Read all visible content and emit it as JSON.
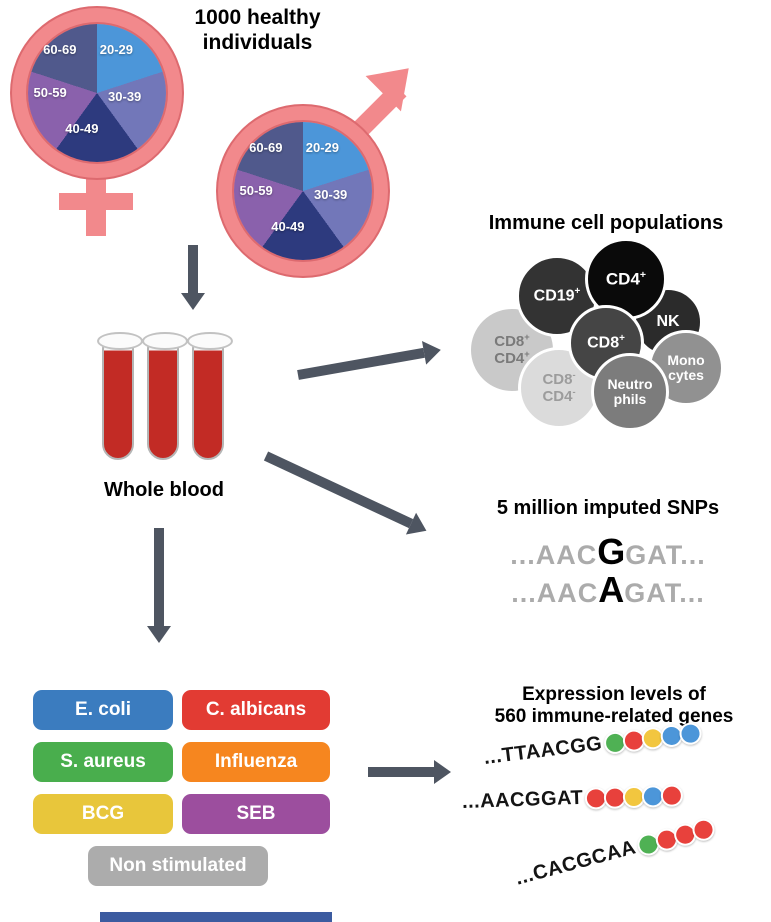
{
  "palette": {
    "pink": "#F2898C",
    "pink-dark": "#DD6A6F",
    "arrow": "#4E5561",
    "pie-20-29": "#4C96D9",
    "pie-30-39": "#7277B9",
    "pie-40-49": "#2D3A7E",
    "pie-50-59": "#8A61AC",
    "pie-60-69": "#50598C",
    "blood-red": "#C22B25",
    "cropped-bar": "#3C5BA0"
  },
  "header": {
    "title_line1": "1000 healthy",
    "title_line2": "individuals"
  },
  "pies": {
    "age_groups": [
      "20-29",
      "30-39",
      "40-49",
      "50-59",
      "60-69"
    ]
  },
  "blood": {
    "label": "Whole blood"
  },
  "immune": {
    "title": "Immune cell populations",
    "cells": [
      {
        "line1": "CD19",
        "sup1": "+",
        "bg": "#333333",
        "fg": "#FFFFFF"
      },
      {
        "line1": "CD4",
        "sup1": "+",
        "bg": "#0A0A0A",
        "fg": "#FFFFFF"
      },
      {
        "line1": "NK",
        "bg": "#2B2B2B",
        "fg": "#FFFFFF"
      },
      {
        "line1": "CD8",
        "sup1": "+",
        "bg": "#454545",
        "fg": "#FFFFFF"
      },
      {
        "line1": "CD8",
        "sup1": "+",
        "line2": "CD4",
        "sup2": "+",
        "bg": "#C9C9C9",
        "fg": "#7A7A7A"
      },
      {
        "line1": "CD8",
        "sup1": "-",
        "line2": "CD4",
        "sup2": "-",
        "bg": "#DBDBDB",
        "fg": "#9C9C9C"
      },
      {
        "line1": "Neutro",
        "line2": "phils",
        "bg": "#7C7C7C",
        "fg": "#FFFFFF"
      },
      {
        "line1": "Mono",
        "line2": "cytes",
        "bg": "#919191",
        "fg": "#FFFFFF"
      }
    ]
  },
  "snps": {
    "title": "5 million imputed SNPs",
    "rows": [
      {
        "pre": "...AAC",
        "variant": "G",
        "post": "GAT..."
      },
      {
        "pre": "...AAC",
        "variant": "A",
        "post": "GAT..."
      }
    ]
  },
  "stimuli": {
    "items": [
      {
        "label": "E. coli",
        "bg": "#3B7CBF"
      },
      {
        "label": "C. albicans",
        "bg": "#E23B33"
      },
      {
        "label": "S. aureus",
        "bg": "#49AE4D"
      },
      {
        "label": "Influenza",
        "bg": "#F6861F"
      },
      {
        "label": "BCG",
        "bg": "#E8C63B"
      },
      {
        "label": "SEB",
        "bg": "#9C4E9E"
      },
      {
        "label": "Non stimulated",
        "bg": "#ACACAC"
      }
    ]
  },
  "expression": {
    "title_line1": "Expression levels of",
    "title_line2": "560 immune-related genes",
    "rows": [
      {
        "seq": "...TTAACGG",
        "dots": [
          "#4FB154",
          "#E8413C",
          "#F2C63F",
          "#4C96D9",
          "#4C96D9"
        ]
      },
      {
        "seq": "...AACGGAT",
        "dots": [
          "#E8413C",
          "#E8413C",
          "#F2C63F",
          "#4C96D9",
          "#E8413C"
        ]
      },
      {
        "seq": "...CACGCAA",
        "dots": [
          "#4FB154",
          "#E8413C",
          "#E8413C",
          "#E8413C"
        ]
      }
    ]
  }
}
